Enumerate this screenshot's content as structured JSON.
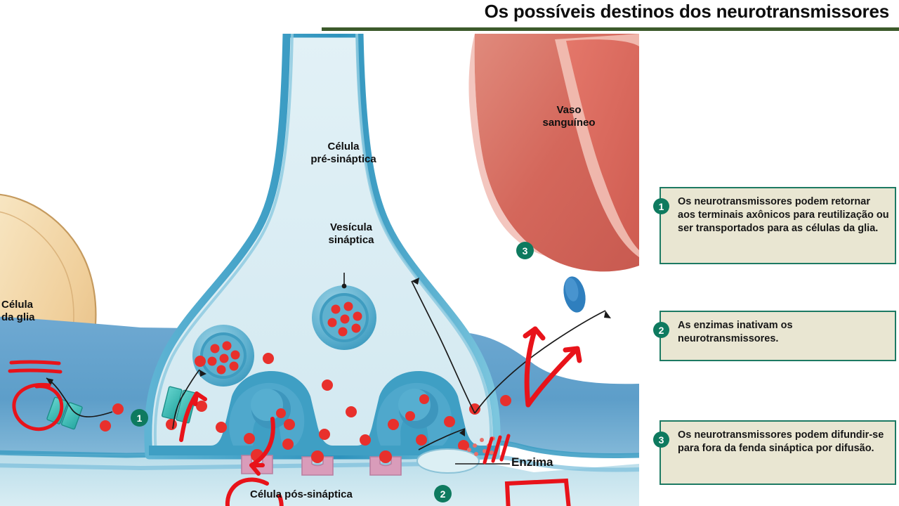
{
  "header": {
    "title": "Os possíveis destinos dos neurotransmissores",
    "rule_color": "#3c5a2b"
  },
  "colors": {
    "accent_green": "#0e7a5f",
    "legend_fill": "#e9e6d2",
    "legend_border": "#1d7a63",
    "annotation_red": "#e8131a",
    "neurotransmitter_red": "#e8302c",
    "presynaptic_fill": "#ddeef3",
    "membrane_blue": "#3f9fc4",
    "cleft_blue": "#5d9ec9",
    "glia_tan": "#f2d9a9",
    "vessel_red": "#d9655a",
    "receptor_pink": "#d99cba",
    "transporter_teal": "#3dbfb8"
  },
  "diagram": {
    "labels": {
      "presynaptic": "Célula\npré-sináptica",
      "vesicle": "Vesícula\nsináptica",
      "glia": "Célula\nda glia",
      "blood_vessel": "Vaso\nsanguíneo",
      "postsynaptic": "Célula pós-sináptica",
      "enzyme": "Enzima"
    },
    "markers": [
      {
        "id": "1",
        "label": "1"
      },
      {
        "id": "2",
        "label": "2"
      },
      {
        "id": "3",
        "label": "3"
      }
    ]
  },
  "legend": {
    "items": [
      {
        "number": "1",
        "text": "Os neurotransmissores podem retornar aos terminais axônicos para reutilização ou ser transportados para as células da glia."
      },
      {
        "number": "2",
        "text": "As enzimas inativam os neurotransmissores."
      },
      {
        "number": "3",
        "text": "Os neurotransmissores podem difundir-se para fora da fenda sináptica por difusão."
      }
    ]
  }
}
